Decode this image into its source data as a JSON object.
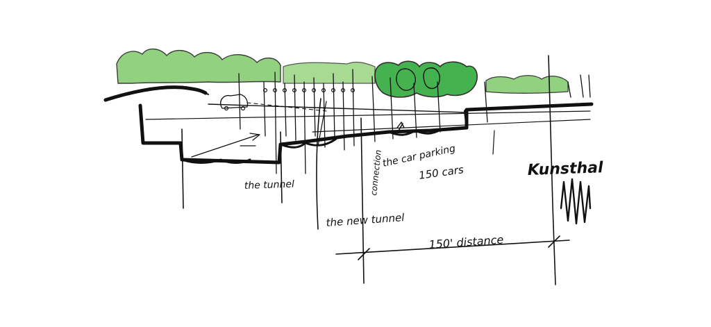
{
  "labels": {
    "parking_label": "the car parking",
    "parking_count": "150 cars",
    "ramp_label": "the new tunnel",
    "connection_label": "connection",
    "left_label": "the tunnel",
    "right_label": "Kunsthal",
    "dimension_label": "150' distance"
  },
  "colors": {
    "ink": "#111111",
    "foliage_light": "#7fc96a",
    "foliage_dark": "#2faa3c",
    "background": "#ffffff"
  }
}
